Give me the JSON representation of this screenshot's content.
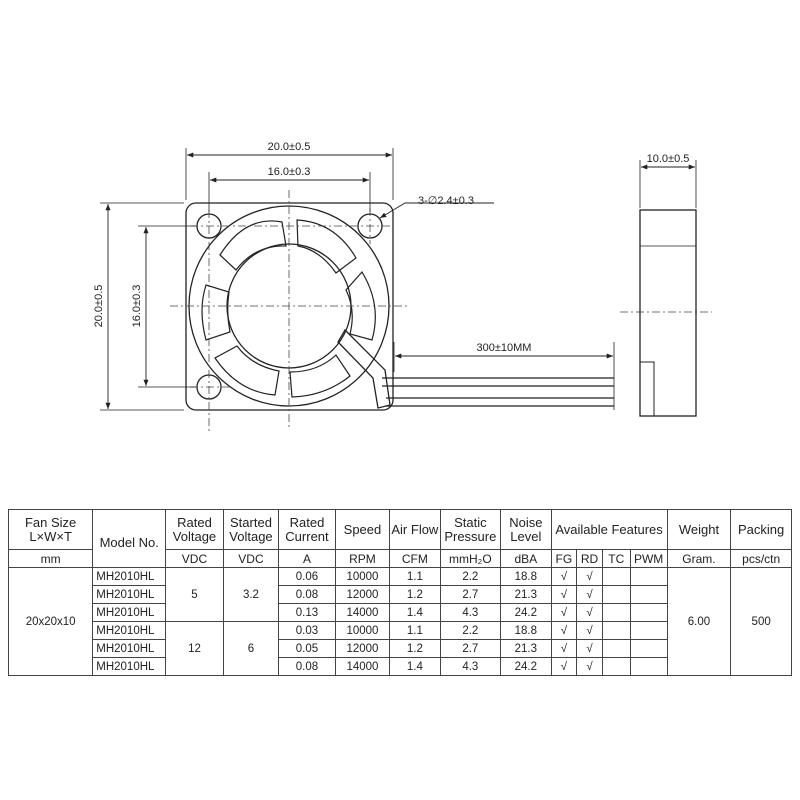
{
  "drawing": {
    "front_width": "20.0±0.5",
    "hole_spacing_x": "16.0±0.3",
    "hole_callout": "3-∅2.4±0.3",
    "front_height": "20.0±0.5",
    "hole_spacing_y": "16.0±0.3",
    "cable_length": "300±10MM",
    "thickness": "10.0±0.5"
  },
  "table": {
    "headers": {
      "fan_size": "Fan Size L×W×T",
      "model": "Model No.",
      "rated_voltage": "Rated Voltage",
      "started_voltage": "Started Voltage",
      "rated_current": "Rated Current",
      "speed": "Speed",
      "air_flow": "Air Flow",
      "static_pressure": "Static Pressure",
      "noise_level": "Noise Level",
      "available_features": "Available Features",
      "weight": "Weight",
      "packing": "Packing"
    },
    "units": {
      "fan_size": "mm",
      "rated_voltage": "VDC",
      "started_voltage": "VDC",
      "rated_current": "A",
      "speed": "RPM",
      "air_flow": "CFM",
      "static_pressure": "mmH₂O",
      "noise_level": "dBA",
      "fg": "FG",
      "rd": "RD",
      "tc": "TC",
      "pwm": "PWM",
      "weight": "Gram.",
      "packing": "pcs/ctn"
    },
    "fan_size_value": "20x20x10",
    "weight_value": "6.00",
    "packing_value": "500",
    "groups": [
      {
        "rated_voltage": "5",
        "started_voltage": "3.2"
      },
      {
        "rated_voltage": "12",
        "started_voltage": "6"
      }
    ],
    "rows": [
      {
        "model": "MH2010HL",
        "current": "0.06",
        "speed": "10000",
        "airflow": "1.1",
        "pressure": "2.2",
        "noise": "18.8",
        "fg": "√",
        "rd": "√",
        "tc": "",
        "pwm": ""
      },
      {
        "model": "MH2010HL",
        "current": "0.08",
        "speed": "12000",
        "airflow": "1.2",
        "pressure": "2.7",
        "noise": "21.3",
        "fg": "√",
        "rd": "√",
        "tc": "",
        "pwm": ""
      },
      {
        "model": "MH2010HL",
        "current": "0.13",
        "speed": "14000",
        "airflow": "1.4",
        "pressure": "4.3",
        "noise": "24.2",
        "fg": "√",
        "rd": "√",
        "tc": "",
        "pwm": ""
      },
      {
        "model": "MH2010HL",
        "current": "0.03",
        "speed": "10000",
        "airflow": "1.1",
        "pressure": "2.2",
        "noise": "18.8",
        "fg": "√",
        "rd": "√",
        "tc": "",
        "pwm": ""
      },
      {
        "model": "MH2010HL",
        "current": "0.05",
        "speed": "12000",
        "airflow": "1.2",
        "pressure": "2.7",
        "noise": "21.3",
        "fg": "√",
        "rd": "√",
        "tc": "",
        "pwm": ""
      },
      {
        "model": "MH2010HL",
        "current": "0.08",
        "speed": "14000",
        "airflow": "1.4",
        "pressure": "4.3",
        "noise": "24.2",
        "fg": "√",
        "rd": "√",
        "tc": "",
        "pwm": ""
      }
    ]
  }
}
